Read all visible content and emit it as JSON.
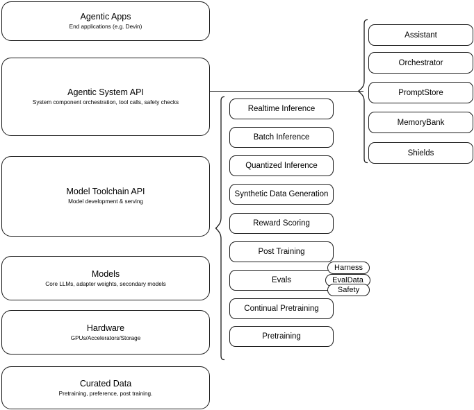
{
  "diagram": {
    "title": "Llama Stack layered architecture diagram",
    "stroke_color": "#1a1a1a",
    "background_color": "#ffffff"
  },
  "left_stack": {
    "name": "platform-layers",
    "layers": [
      {
        "id": "agentic-apps",
        "title": "Agentic Apps",
        "subtitle": "End applications (e.g. Devin)"
      },
      {
        "id": "agentic-system-api",
        "title": "Agentic System API",
        "subtitle": "System component orchestration, tool calls, safety checks"
      },
      {
        "id": "model-toolchain-api",
        "title": "Model Toolchain API",
        "subtitle": "Model development & serving"
      },
      {
        "id": "models",
        "title": "Models",
        "subtitle": "Core LLMs, adapter weights, secondary models"
      },
      {
        "id": "hardware",
        "title": "Hardware",
        "subtitle": "GPUs/Accelerators/Storage"
      },
      {
        "id": "curated-data",
        "title": "Curated Data",
        "subtitle": "Pretraining, preference, post training."
      }
    ]
  },
  "toolchain_column": {
    "name": "model-toolchain-api-capabilities",
    "items": [
      {
        "id": "realtime-inference",
        "label": "Realtime Inference"
      },
      {
        "id": "batch-inference",
        "label": "Batch Inference"
      },
      {
        "id": "quantized-inference",
        "label": "Quantized Inference"
      },
      {
        "id": "synthetic-data-generation",
        "label": "Synthetic Data Generation"
      },
      {
        "id": "reward-scoring",
        "label": "Reward Scoring"
      },
      {
        "id": "post-training",
        "label": "Post Training"
      },
      {
        "id": "evals",
        "label": "Evals"
      },
      {
        "id": "continual-pretraining",
        "label": "Continual Pretraining"
      },
      {
        "id": "pretraining",
        "label": "Pretraining"
      }
    ],
    "evals_badges": [
      {
        "id": "harness",
        "label": "Harness"
      },
      {
        "id": "evaldata",
        "label": "EvalData"
      },
      {
        "id": "safety",
        "label": "Safety"
      }
    ]
  },
  "system_column": {
    "name": "agentic-system-api-components",
    "items": [
      {
        "id": "assistant",
        "label": "Assistant"
      },
      {
        "id": "orchestrator",
        "label": "Orchestrator"
      },
      {
        "id": "promptstore",
        "label": "PromptStore"
      },
      {
        "id": "memorybank",
        "label": "MemoryBank"
      },
      {
        "id": "shields",
        "label": "Shields"
      }
    ]
  }
}
